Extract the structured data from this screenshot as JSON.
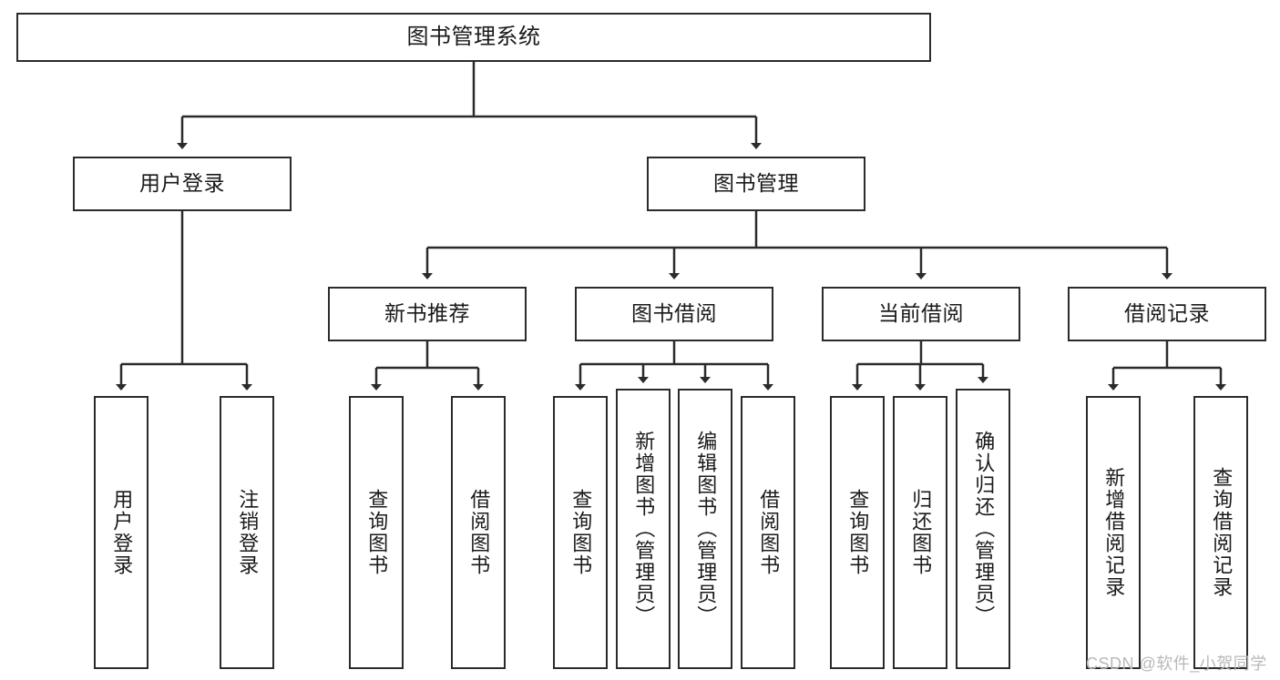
{
  "diagram": {
    "title": "图书管理系统",
    "type": "hierarchy-tree",
    "colors": {
      "box_border": "#2b2b2b",
      "box_fill": "#ffffff",
      "edge": "#2b2b2b",
      "text": "#1a1a1a",
      "watermark": "#b9b9b9"
    },
    "levels": {
      "root": {
        "label": "图书管理系统"
      },
      "level2": [
        {
          "id": "user-login",
          "label": "用户登录"
        },
        {
          "id": "book-management",
          "label": "图书管理"
        }
      ],
      "level3": [
        {
          "id": "new-book-recommend",
          "label": "新书推荐"
        },
        {
          "id": "book-borrow",
          "label": "图书借阅"
        },
        {
          "id": "current-borrow",
          "label": "当前借阅"
        },
        {
          "id": "borrow-record",
          "label": "借阅记录"
        }
      ],
      "leaves": {
        "user_login": [
          {
            "id": "leaf-user-login",
            "label": "用户登录"
          },
          {
            "id": "leaf-logout-login",
            "label": "注销登录"
          }
        ],
        "new_book_recommend": [
          {
            "id": "leaf-query-book-1",
            "label": "查询图书"
          },
          {
            "id": "leaf-borrow-book-1",
            "label": "借阅图书"
          }
        ],
        "book_borrow": [
          {
            "id": "leaf-query-book-2",
            "label": "查询图书"
          },
          {
            "id": "leaf-add-book-admin",
            "label": "新增图书（管理员）"
          },
          {
            "id": "leaf-edit-book-admin",
            "label": "编辑图书（管理员）"
          },
          {
            "id": "leaf-borrow-book-2",
            "label": "借阅图书"
          }
        ],
        "current_borrow": [
          {
            "id": "leaf-query-book-3",
            "label": "查询图书"
          },
          {
            "id": "leaf-return-book",
            "label": "归还图书"
          },
          {
            "id": "leaf-confirm-return-admin",
            "label": "确认归还（管理员）"
          }
        ],
        "borrow_record": [
          {
            "id": "leaf-add-borrow-record",
            "label": "新增借阅记录"
          },
          {
            "id": "leaf-query-borrow-record",
            "label": "查询借阅记录"
          }
        ]
      }
    },
    "watermark": "CSDN @软件_小贺同学"
  }
}
